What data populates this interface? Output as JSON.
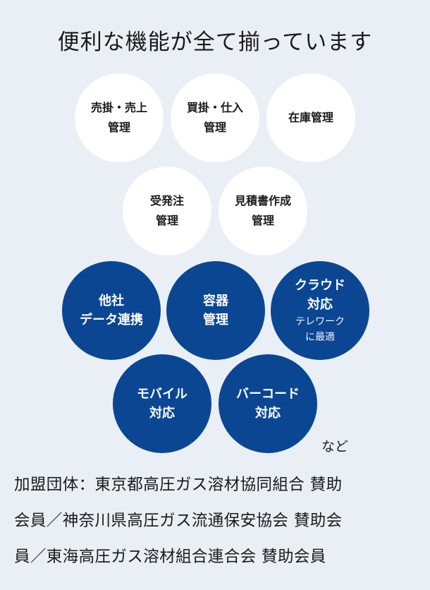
{
  "title": "便利な機能が全て揃っています",
  "features_white": [
    {
      "line1": "売掛・売上",
      "line2": "管理"
    },
    {
      "line1": "買掛・仕入",
      "line2": "管理"
    },
    {
      "line1": "在庫管理",
      "line2": ""
    },
    {
      "line1": "受発注",
      "line2": "管理"
    },
    {
      "line1": "見積書作成",
      "line2": "管理"
    }
  ],
  "features_blue": [
    {
      "line1": "他社",
      "line2": "データ連携",
      "sub1": "",
      "sub2": ""
    },
    {
      "line1": "容器",
      "line2": "管理",
      "sub1": "",
      "sub2": ""
    },
    {
      "line1": "クラウド",
      "line2": "対応",
      "sub1": "テレワーク",
      "sub2": "に最適"
    },
    {
      "line1": "モバイル",
      "line2": "対応",
      "sub1": "",
      "sub2": ""
    },
    {
      "line1": "バーコード",
      "line2": "対応",
      "sub1": "",
      "sub2": ""
    }
  ],
  "etc": "など",
  "colors": {
    "accent": "#0b4693",
    "background": "#e9eff5"
  },
  "footer": {
    "line1": "加盟団体：東京都高圧ガス溶材協同組合 賛助",
    "line2": "会員／神奈川県高圧ガス流通保安協会 賛助会",
    "line3": "員／東海高圧ガス溶材組合連合会 賛助会員"
  }
}
